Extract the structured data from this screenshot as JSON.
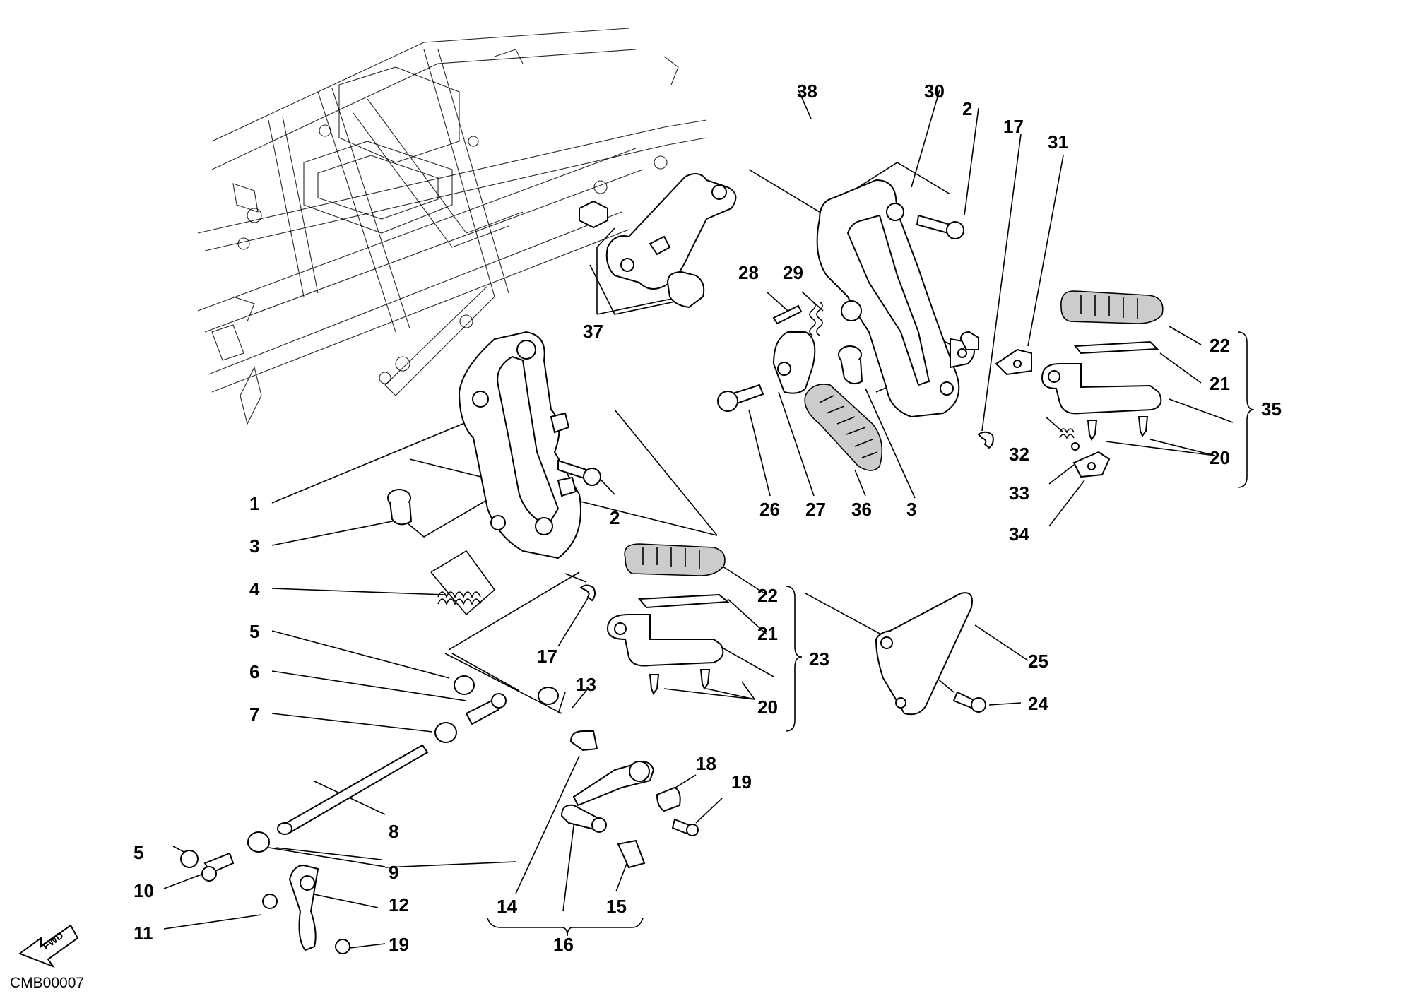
{
  "diagram": {
    "code": "CMB00007",
    "fwd_label": "FWD",
    "callouts": [
      {
        "id": "c1",
        "text": "1"
      },
      {
        "id": "c2a",
        "text": "2"
      },
      {
        "id": "c2b",
        "text": "2"
      },
      {
        "id": "c3a",
        "text": "3"
      },
      {
        "id": "c3b",
        "text": "3"
      },
      {
        "id": "c4",
        "text": "4"
      },
      {
        "id": "c5a",
        "text": "5"
      },
      {
        "id": "c5b",
        "text": "5"
      },
      {
        "id": "c6",
        "text": "6"
      },
      {
        "id": "c7",
        "text": "7"
      },
      {
        "id": "c8",
        "text": "8"
      },
      {
        "id": "c9",
        "text": "9"
      },
      {
        "id": "c10",
        "text": "10"
      },
      {
        "id": "c11",
        "text": "11"
      },
      {
        "id": "c12",
        "text": "12"
      },
      {
        "id": "c13",
        "text": "13"
      },
      {
        "id": "c14",
        "text": "14"
      },
      {
        "id": "c15",
        "text": "15"
      },
      {
        "id": "c16",
        "text": "16"
      },
      {
        "id": "c17a",
        "text": "17"
      },
      {
        "id": "c17b",
        "text": "17"
      },
      {
        "id": "c18",
        "text": "18"
      },
      {
        "id": "c19a",
        "text": "19"
      },
      {
        "id": "c19b",
        "text": "19"
      },
      {
        "id": "c20a",
        "text": "20"
      },
      {
        "id": "c20b",
        "text": "20"
      },
      {
        "id": "c21a",
        "text": "21"
      },
      {
        "id": "c21b",
        "text": "21"
      },
      {
        "id": "c22a",
        "text": "22"
      },
      {
        "id": "c22b",
        "text": "22"
      },
      {
        "id": "c23",
        "text": "23"
      },
      {
        "id": "c24",
        "text": "24"
      },
      {
        "id": "c25",
        "text": "25"
      },
      {
        "id": "c26",
        "text": "26"
      },
      {
        "id": "c27",
        "text": "27"
      },
      {
        "id": "c28",
        "text": "28"
      },
      {
        "id": "c29",
        "text": "29"
      },
      {
        "id": "c30",
        "text": "30"
      },
      {
        "id": "c31",
        "text": "31"
      },
      {
        "id": "c32",
        "text": "32"
      },
      {
        "id": "c33",
        "text": "33"
      },
      {
        "id": "c34",
        "text": "34"
      },
      {
        "id": "c35",
        "text": "35"
      },
      {
        "id": "c36",
        "text": "36"
      },
      {
        "id": "c37",
        "text": "37"
      },
      {
        "id": "c38",
        "text": "38"
      }
    ]
  }
}
